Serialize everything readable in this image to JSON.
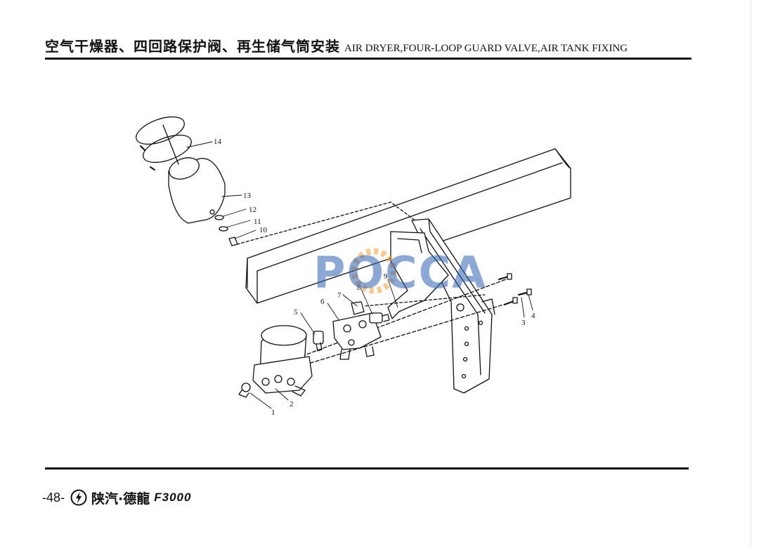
{
  "header": {
    "title_cn": "空气干燥器、四回路保护阀、再生储气筒安装",
    "title_en": "AIR DRYER,FOUR-LOOP GUARD VALVE,AIR TANK FIXING"
  },
  "diagram": {
    "callouts": [
      "1",
      "2",
      "3",
      "4",
      "5",
      "6",
      "7",
      "8",
      "9",
      "10",
      "11",
      "12",
      "13",
      "14"
    ],
    "watermark": "POCCA"
  },
  "footer": {
    "page_number": "-48-",
    "brand_cn": "陕汽·德龍",
    "brand_model": "F3000",
    "brand_icon": "shaanxi-automobile-logo-icon"
  }
}
